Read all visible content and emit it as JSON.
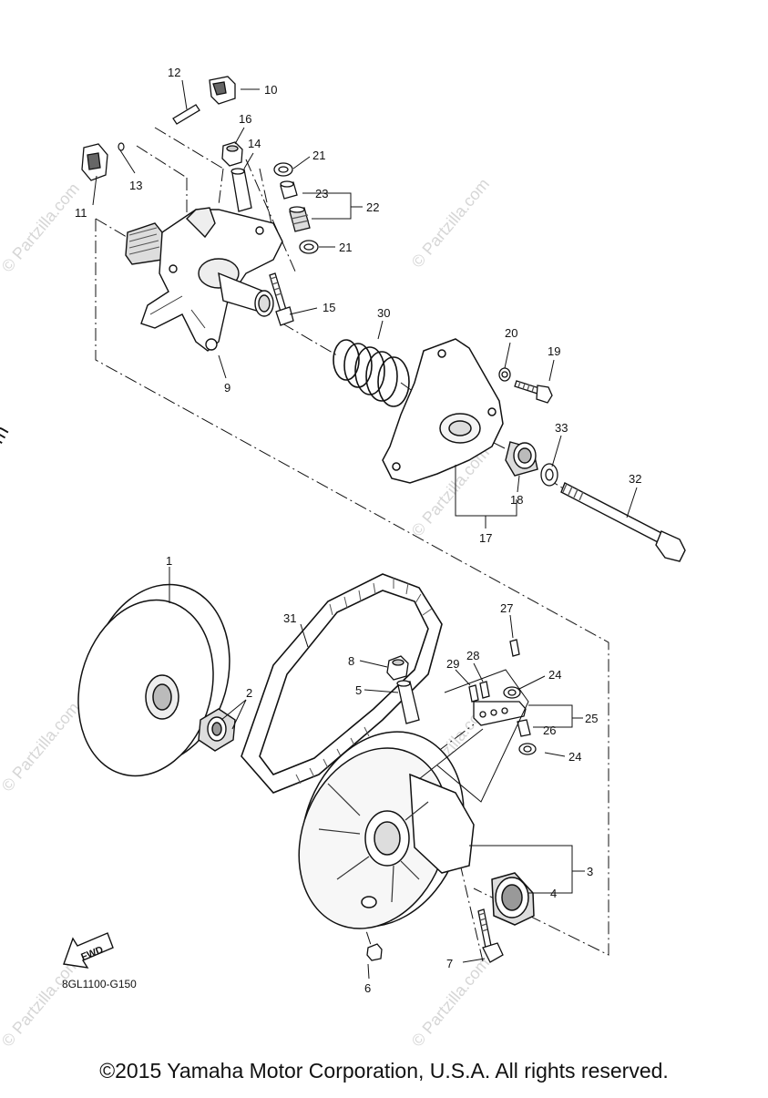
{
  "diagram": {
    "code": "8GL1100-G150",
    "copyright": "©2015 Yamaha Motor Corporation, U.S.A. All rights reserved.",
    "side_watermark": "© Partzilla.com",
    "faint_watermark": "© Partzilla.com",
    "fwd_label": "FWD",
    "callouts": [
      "1",
      "2",
      "3",
      "4",
      "5",
      "6",
      "7",
      "8",
      "9",
      "10",
      "11",
      "12",
      "13",
      "14",
      "15",
      "16",
      "17",
      "18",
      "19",
      "20",
      "21",
      "21",
      "22",
      "23",
      "24",
      "24",
      "25",
      "26",
      "27",
      "28",
      "29",
      "30",
      "31",
      "32",
      "33"
    ]
  }
}
